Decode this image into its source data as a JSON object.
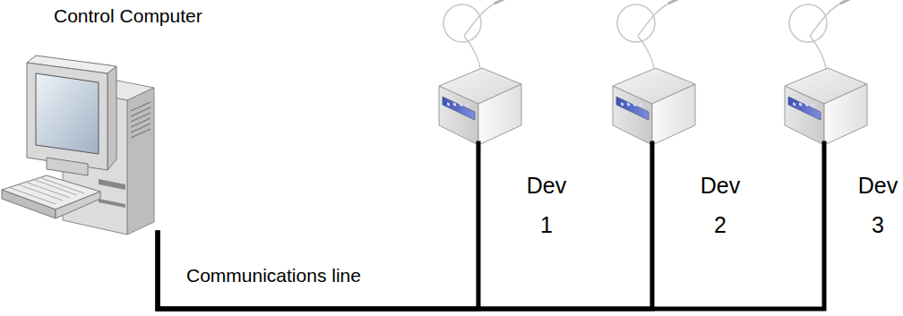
{
  "diagram": {
    "nodes": [
      {
        "text": [
          "Control Computer"
        ]
      },
      {
        "text": [
          "Dev 1"
        ]
      },
      {
        "text": [
          "Dev 2"
        ]
      },
      {
        "text": [
          "Dev 3"
        ]
      }
    ],
    "edges": [
      {
        "from": 0,
        "to": 1,
        "arrow": "none",
        "label": "Communications line"
      },
      {
        "from": 0,
        "to": 2,
        "arrow": "none"
      },
      {
        "from": 0,
        "to": 3,
        "arrow": "none"
      }
    ]
  }
}
